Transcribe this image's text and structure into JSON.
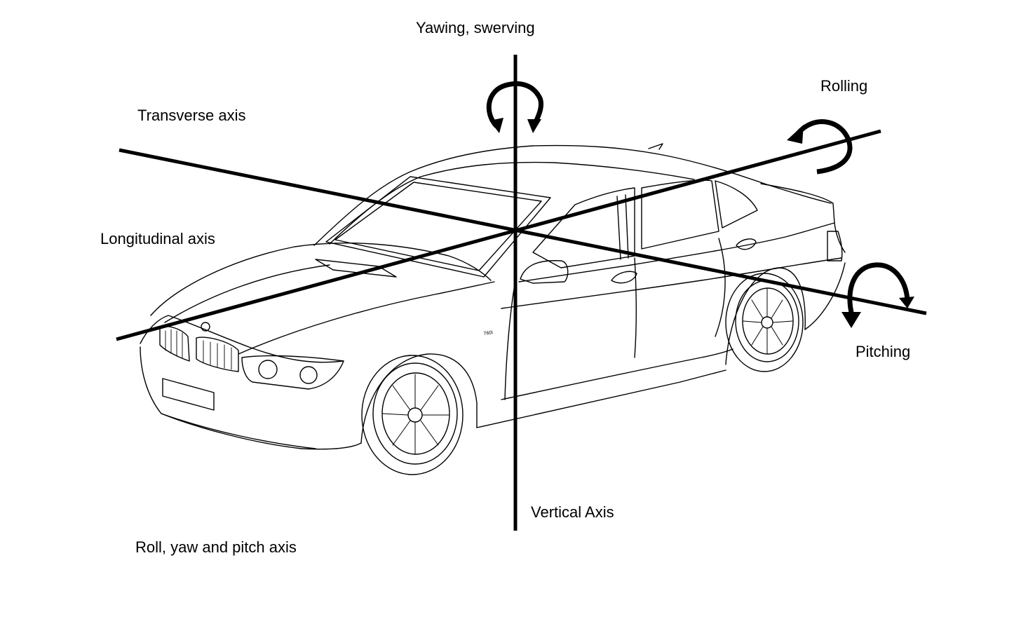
{
  "labels": {
    "yawing": "Yawing, swerving",
    "rolling": "Rolling",
    "transverse_axis": "Transverse axis",
    "longitudinal_axis": "Longitudinal axis",
    "pitching": "Pitching",
    "vertical_axis": "Vertical Axis",
    "caption": "Roll, yaw and pitch axis"
  },
  "illustration": {
    "subject": "sedan-car-line-drawing",
    "badge_text": "760i"
  },
  "colors": {
    "ink": "#000000",
    "background": "#ffffff"
  }
}
